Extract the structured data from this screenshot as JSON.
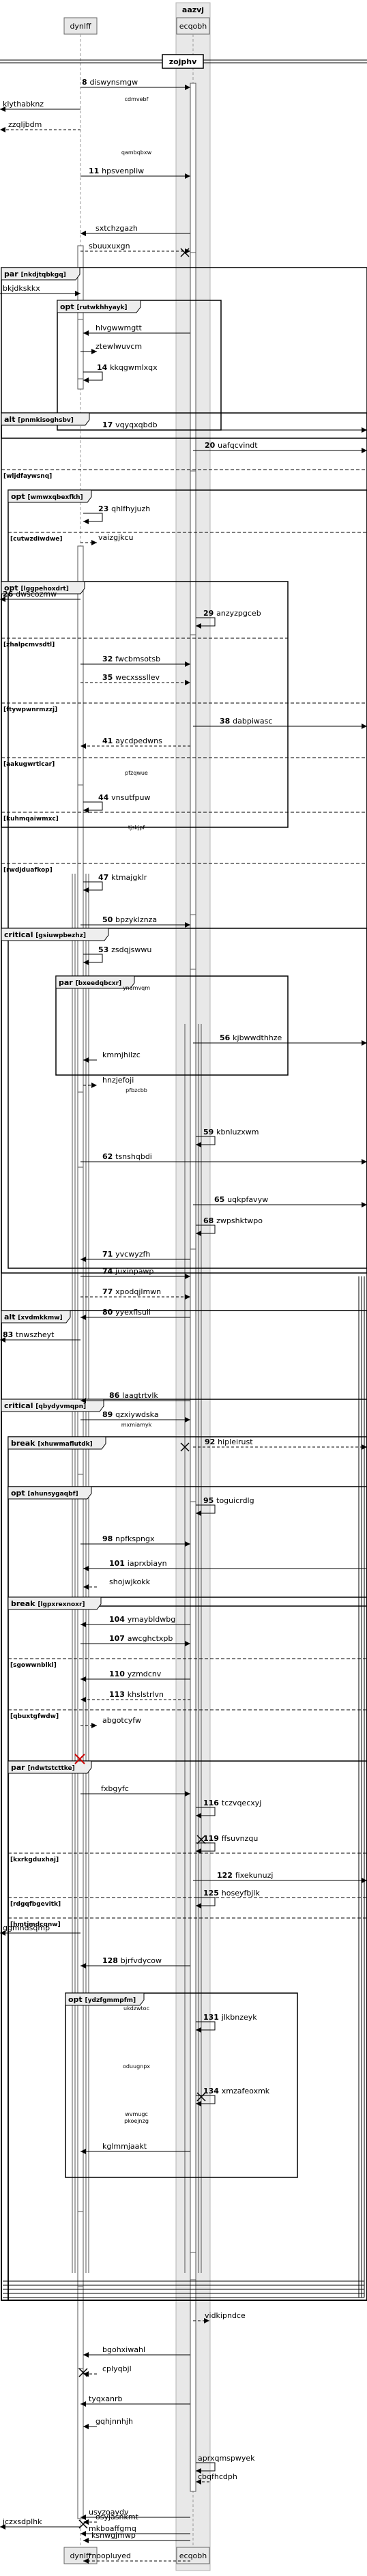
{
  "participants": [
    {
      "id": "dynlff",
      "label": "dynlff"
    },
    {
      "id": "ecqobh",
      "label": "ecqobh"
    }
  ],
  "group_title": "aazvj",
  "title_box": "zojphv",
  "fragments": [
    {
      "kind": "par",
      "label": "nkdjtqbkgq",
      "sections": [
        "bkjdkskkx"
      ]
    },
    {
      "kind": "opt",
      "label": "rutwkhhyayk",
      "sections": []
    },
    {
      "kind": "alt",
      "label": "pnmkisoghsbv",
      "sections": [
        "wljdfaywsnq",
        "cutwzdiwdwe",
        "zhalpcmvsdtl",
        "ftywpwnrmzzj",
        "aakugwrtlcar",
        "kuhmqaiwmxc",
        "rwdjduafkop"
      ]
    },
    {
      "kind": "opt",
      "label": "wmwxqbexfkh",
      "sections": []
    },
    {
      "kind": "opt",
      "label": "lggpehoxdrt",
      "sections": []
    },
    {
      "kind": "critical",
      "label": "gsiuwpbezhz",
      "sections": []
    },
    {
      "kind": "par",
      "label": "bxeedqbcxr",
      "sections": []
    },
    {
      "kind": "alt",
      "label": "xvdmkkmw",
      "sections": []
    },
    {
      "kind": "critical",
      "label": "qbydyvmqpn",
      "sections": []
    },
    {
      "kind": "break",
      "label": "xhuwmaflutdk",
      "sections": []
    },
    {
      "kind": "opt",
      "label": "ahunsygaqbf",
      "sections": []
    },
    {
      "kind": "break",
      "label": "lgpxrexnoxr",
      "sections": [
        "sgowwnblkl",
        "qbuxtgfwdw"
      ]
    },
    {
      "kind": "par",
      "label": "ndwtstcttke",
      "sections": [
        "kxrkgduxhaj",
        "rdgqfbgevitk",
        "hmtjmdcqnw"
      ]
    },
    {
      "kind": "opt",
      "label": "ydzfgmmpfm",
      "sections": []
    }
  ],
  "notes": [
    "cdmvebf",
    "qambqbxw",
    "pfzqwue",
    "tjskjpf",
    "ynamvqm",
    "pfbzcbb",
    "mxmiamyk",
    "ukdzwtoc",
    "oduugnpx",
    "wvmugc",
    "pkoejnzg"
  ],
  "messages": [
    {
      "n": "8",
      "text": "diswynsmgw"
    },
    {
      "n": "",
      "text": "klythabknz"
    },
    {
      "n": "",
      "text": "zzqljbdm"
    },
    {
      "n": "11",
      "text": "hpsvenpliw"
    },
    {
      "n": "",
      "text": "sxtchzgazh"
    },
    {
      "n": "",
      "text": "sbuuxuxgn"
    },
    {
      "n": "",
      "text": "bkjdkskkx"
    },
    {
      "n": "",
      "text": "hlvgwwmgtt"
    },
    {
      "n": "",
      "text": "ztewlwuvcm"
    },
    {
      "n": "14",
      "text": "kkqgwmlxqx"
    },
    {
      "n": "17",
      "text": "vqyqxqbdb"
    },
    {
      "n": "20",
      "text": "uafqcvindt"
    },
    {
      "n": "23",
      "text": "qhlfhyjuzh"
    },
    {
      "n": "",
      "text": "vaizgjkcu"
    },
    {
      "n": "26",
      "text": "dwscozmw"
    },
    {
      "n": "29",
      "text": "anzyzpgceb"
    },
    {
      "n": "32",
      "text": "fwcbmsotsb"
    },
    {
      "n": "35",
      "text": "wecxsssllev"
    },
    {
      "n": "38",
      "text": "dabpiwasc"
    },
    {
      "n": "41",
      "text": "aycdpedwns"
    },
    {
      "n": "44",
      "text": "vnsutfpuw"
    },
    {
      "n": "47",
      "text": "ktmajgklr"
    },
    {
      "n": "50",
      "text": "bpzyklznza"
    },
    {
      "n": "53",
      "text": "zsdqjswwu"
    },
    {
      "n": "56",
      "text": "kjbwwdthhze"
    },
    {
      "n": "",
      "text": "kmmjhilzc"
    },
    {
      "n": "",
      "text": "hnzjefoji"
    },
    {
      "n": "59",
      "text": "kbnluzxwm"
    },
    {
      "n": "62",
      "text": "tsnshqbdi"
    },
    {
      "n": "65",
      "text": "uqkpfavyw"
    },
    {
      "n": "68",
      "text": "zwpshktwpo"
    },
    {
      "n": "71",
      "text": "yvcwyzfh"
    },
    {
      "n": "74",
      "text": "juxinpawp"
    },
    {
      "n": "77",
      "text": "xpodqjlmwn"
    },
    {
      "n": "80",
      "text": "yyexflsuli"
    },
    {
      "n": "83",
      "text": "tnwszheyt"
    },
    {
      "n": "86",
      "text": "laagtrtvlk"
    },
    {
      "n": "89",
      "text": "qzxiywdska"
    },
    {
      "n": "92",
      "text": "hipleirust"
    },
    {
      "n": "95",
      "text": "toguicrdlg"
    },
    {
      "n": "98",
      "text": "npfkspngx"
    },
    {
      "n": "101",
      "text": "iaprxbiayn"
    },
    {
      "n": "",
      "text": "shojwjkokk"
    },
    {
      "n": "104",
      "text": "ymaybldwbg"
    },
    {
      "n": "107",
      "text": "awcghctxpb"
    },
    {
      "n": "110",
      "text": "yzmdcnv"
    },
    {
      "n": "113",
      "text": "khslstrlvn"
    },
    {
      "n": "",
      "text": "abgotcyfw"
    },
    {
      "n": "",
      "text": "fxbgyfc"
    },
    {
      "n": "116",
      "text": "tczvqecxyj"
    },
    {
      "n": "119",
      "text": "ffsuvnzqu"
    },
    {
      "n": "122",
      "text": "fixekunuzj"
    },
    {
      "n": "125",
      "text": "hoseyfbjlk"
    },
    {
      "n": "",
      "text": "ggmhdsqmp"
    },
    {
      "n": "128",
      "text": "bjrfvdycow"
    },
    {
      "n": "131",
      "text": "jlkbnzeyk"
    },
    {
      "n": "134",
      "text": "xmzafeoxmk"
    },
    {
      "n": "",
      "text": "kglmmjaakt"
    },
    {
      "n": "",
      "text": "vidkipndce"
    },
    {
      "n": "",
      "text": "bgohxiwahl"
    },
    {
      "n": "",
      "text": "cplyqbjl"
    },
    {
      "n": "",
      "text": "tyqxanrb"
    },
    {
      "n": "",
      "text": "gqhjnnhjh"
    },
    {
      "n": "",
      "text": "aprxqmspwyek"
    },
    {
      "n": "",
      "text": "cbqfhcdph"
    },
    {
      "n": "",
      "text": "osyjasnkmt"
    },
    {
      "n": "",
      "text": "ksnwgjmwp"
    },
    {
      "n": "",
      "text": "rnoopluyed"
    },
    {
      "n": "",
      "text": "usyzoavdv"
    },
    {
      "n": "",
      "text": "jczxsdplhk"
    },
    {
      "n": "",
      "text": "mkboaffgmq"
    }
  ]
}
